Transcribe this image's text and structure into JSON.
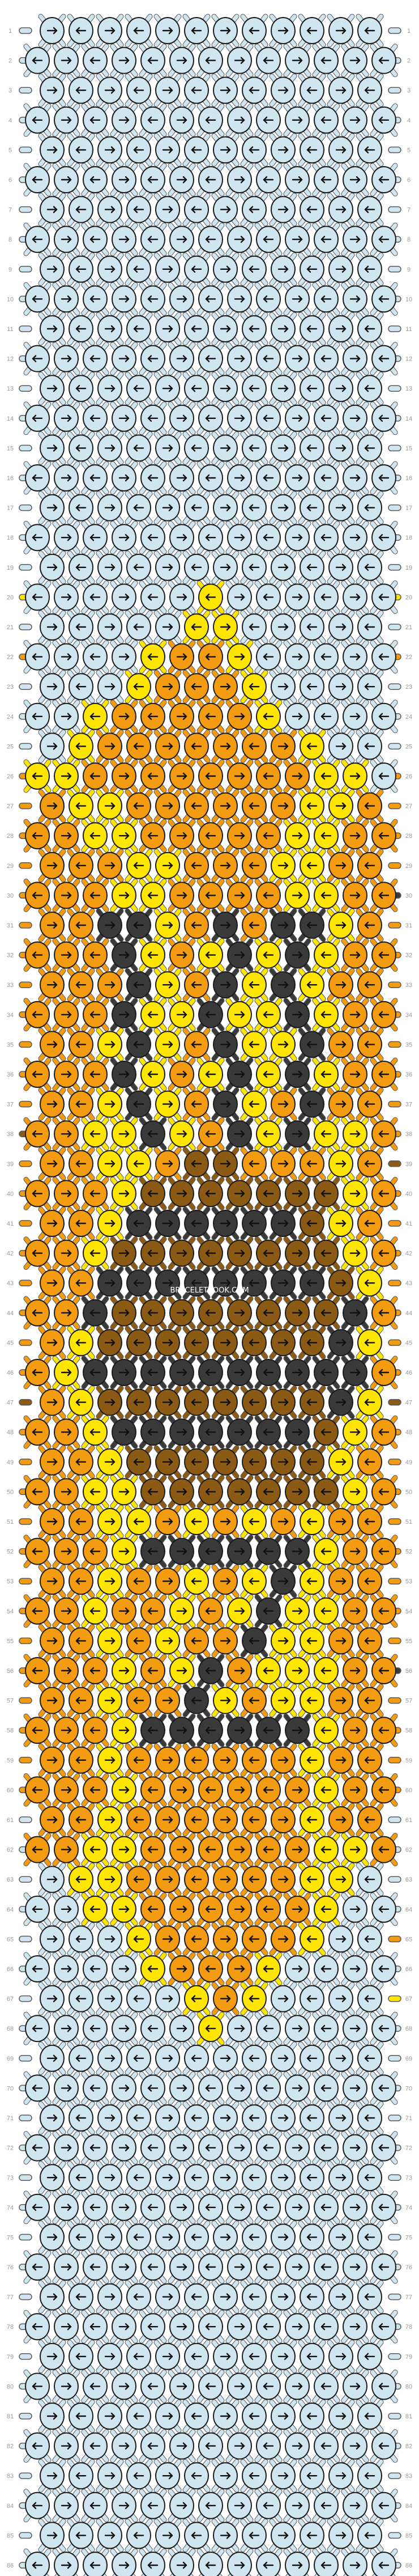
{
  "watermark": "BRACELETBOOK.COM",
  "rows": 86,
  "knots_per_row": 12,
  "colors": {
    "A": "#cfe6f1",
    "B": "#f39c12",
    "C": "#ffe600",
    "D": "#3a3a3a",
    "E": "#8b5a14",
    "outline": "#1a1a1a",
    "string_outline": "#5a5a5a"
  },
  "left_strings": [
    "A",
    "A",
    "A",
    "A",
    "A",
    "A",
    "A",
    "A",
    "A",
    "A",
    "A",
    "A",
    "A",
    "A",
    "A",
    "A",
    "A",
    "A",
    "A",
    "C",
    "A",
    "B",
    "A",
    "A",
    "A",
    "B",
    "B",
    "B",
    "B",
    "B",
    "B",
    "B",
    "B",
    "B",
    "B",
    "B",
    "B",
    "E",
    "B",
    "B",
    "B",
    "B",
    "B",
    "B",
    "B",
    "B",
    "E",
    "B",
    "B",
    "B",
    "B",
    "B",
    "B",
    "B",
    "B",
    "B",
    "B",
    "B",
    "B",
    "B",
    "A",
    "A",
    "A",
    "A",
    "A",
    "A",
    "A",
    "A",
    "A",
    "A",
    "A",
    "A",
    "A",
    "A",
    "A",
    "A",
    "A",
    "A",
    "A",
    "A",
    "A",
    "A",
    "A",
    "A",
    "A",
    "A"
  ],
  "right_strings": [
    "A",
    "A",
    "A",
    "A",
    "A",
    "A",
    "A",
    "A",
    "A",
    "A",
    "A",
    "A",
    "A",
    "A",
    "A",
    "A",
    "A",
    "A",
    "A",
    "C",
    "A",
    "B",
    "A",
    "A",
    "A",
    "B",
    "B",
    "B",
    "B",
    "D",
    "B",
    "B",
    "B",
    "B",
    "B",
    "B",
    "B",
    "B",
    "E",
    "B",
    "B",
    "B",
    "B",
    "B",
    "B",
    "B",
    "E",
    "B",
    "B",
    "B",
    "B",
    "B",
    "B",
    "B",
    "B",
    "D",
    "B",
    "B",
    "B",
    "B",
    "A",
    "A",
    "A",
    "A",
    "B",
    "A",
    "C",
    "A",
    "A",
    "A",
    "A",
    "A",
    "A",
    "A",
    "A",
    "A",
    "A",
    "A",
    "A",
    "A",
    "A",
    "A",
    "A",
    "A",
    "A",
    "A"
  ],
  "pattern": [
    "AAAAAAAAAAAA",
    "AAAAAAAAAAAAA",
    "AAAAAAAAAAAA",
    "AAAAAAAAAAAAA",
    "AAAAAAAAAAAA",
    "AAAAAAAAAAAAA",
    "AAAAAAAAAAAA",
    "AAAAAAAAAAAAA",
    "AAAAAAAAAAAA",
    "AAAAAAAAAAAAA",
    "AAAAAAAAAAAA",
    "AAAAAAAAAAAAA",
    "AAAAAAAAAAAA",
    "AAAAAAAAAAAAA",
    "AAAAAAAAAAAA",
    "AAAAAAAAAAAAA",
    "AAAAAAAAAAAA",
    "AAAAAAAAAAAAA",
    "AAAAAAAAAAAA",
    "AAAAAACAAAAAA",
    "AAAAACCAAAAA",
    "AAAACBBCAAAAA",
    "AAACBBBCAAAA",
    "AACBBBBBCAAAA",
    "ACBBBBBBBCAA",
    "CCBBBBBBBBCCA",
    "BCCBBBBBBCCB",
    "BBCCBBBBBCCBB",
    "BBBCCBBBCCBB",
    "BBBCCBBBBCCBB",
    "BBDDCBDBDDCB",
    "BBBDCBCDCDCBB",
    "BBBDCBDCDCBB",
    "BBBDCCDCCDCBB",
    "BBCDCBDCCDBB",
    "BBBDCBCDCDCBB",
    "BBCDCBDCBDBB",
    "BBCCDCBDCDCCB",
    "BBCCBEEBBBCB",
    "BBBCEEEEEEECB",
    "BBCDDDDDDECB",
    "BBCEEEEEEEECB",
    "BBDDDDDDDDEC",
    "BBDEEEEEEEEDB",
    "BCEEEEEEEEDC",
    "BCDDDDDDDDDDB",
    "BCEEEEEEEEDC",
    "BBCDDDDDDDECB",
    "BBCEEEEEEECB",
    "BBCCEEEEEEECB",
    "BBCCBCBCBCBB",
    "BBBCDDDDDDCBB",
    "BBCBBCBCDCBB",
    "BBCBBCBCDCCBB",
    "BBCBCBBDCCBB",
    "BBBCBCDBCCCBB",
    "BBCBBDCBCCBB",
    "BBBCDDDDDDCBB",
    "BBCBBBBBBCBB",
    "BBBCBBBBBBCBB",
    "BBCBBBBBBCBB",
    "BBCCBBBBBBCCB",
    "ACCBBBBBBCCA",
    "AACCBBBBBBCAA",
    "AAACBBBBBCAA",
    "AAAACBBBCAAAA",
    "AAAAACBCAAAA",
    "AAAAAACAAAAAA",
    "AAAAAAAAAAAA",
    "AAAAAAAAAAAAA",
    "AAAAAAAAAAAA",
    "AAAAAAAAAAAAA",
    "AAAAAAAAAAAA",
    "AAAAAAAAAAAAA",
    "AAAAAAAAAAAA",
    "AAAAAAAAAAAAA",
    "AAAAAAAAAAAA",
    "AAAAAAAAAAAAA",
    "AAAAAAAAAAAA",
    "AAAAAAAAAAAAA",
    "AAAAAAAAAAAA",
    "AAAAAAAAAAAAA",
    "AAAAAAAAAAAA",
    "AAAAAAAAAAAAA",
    "AAAAAAAAAAAA",
    "AAAAAAAAAAAAA"
  ]
}
